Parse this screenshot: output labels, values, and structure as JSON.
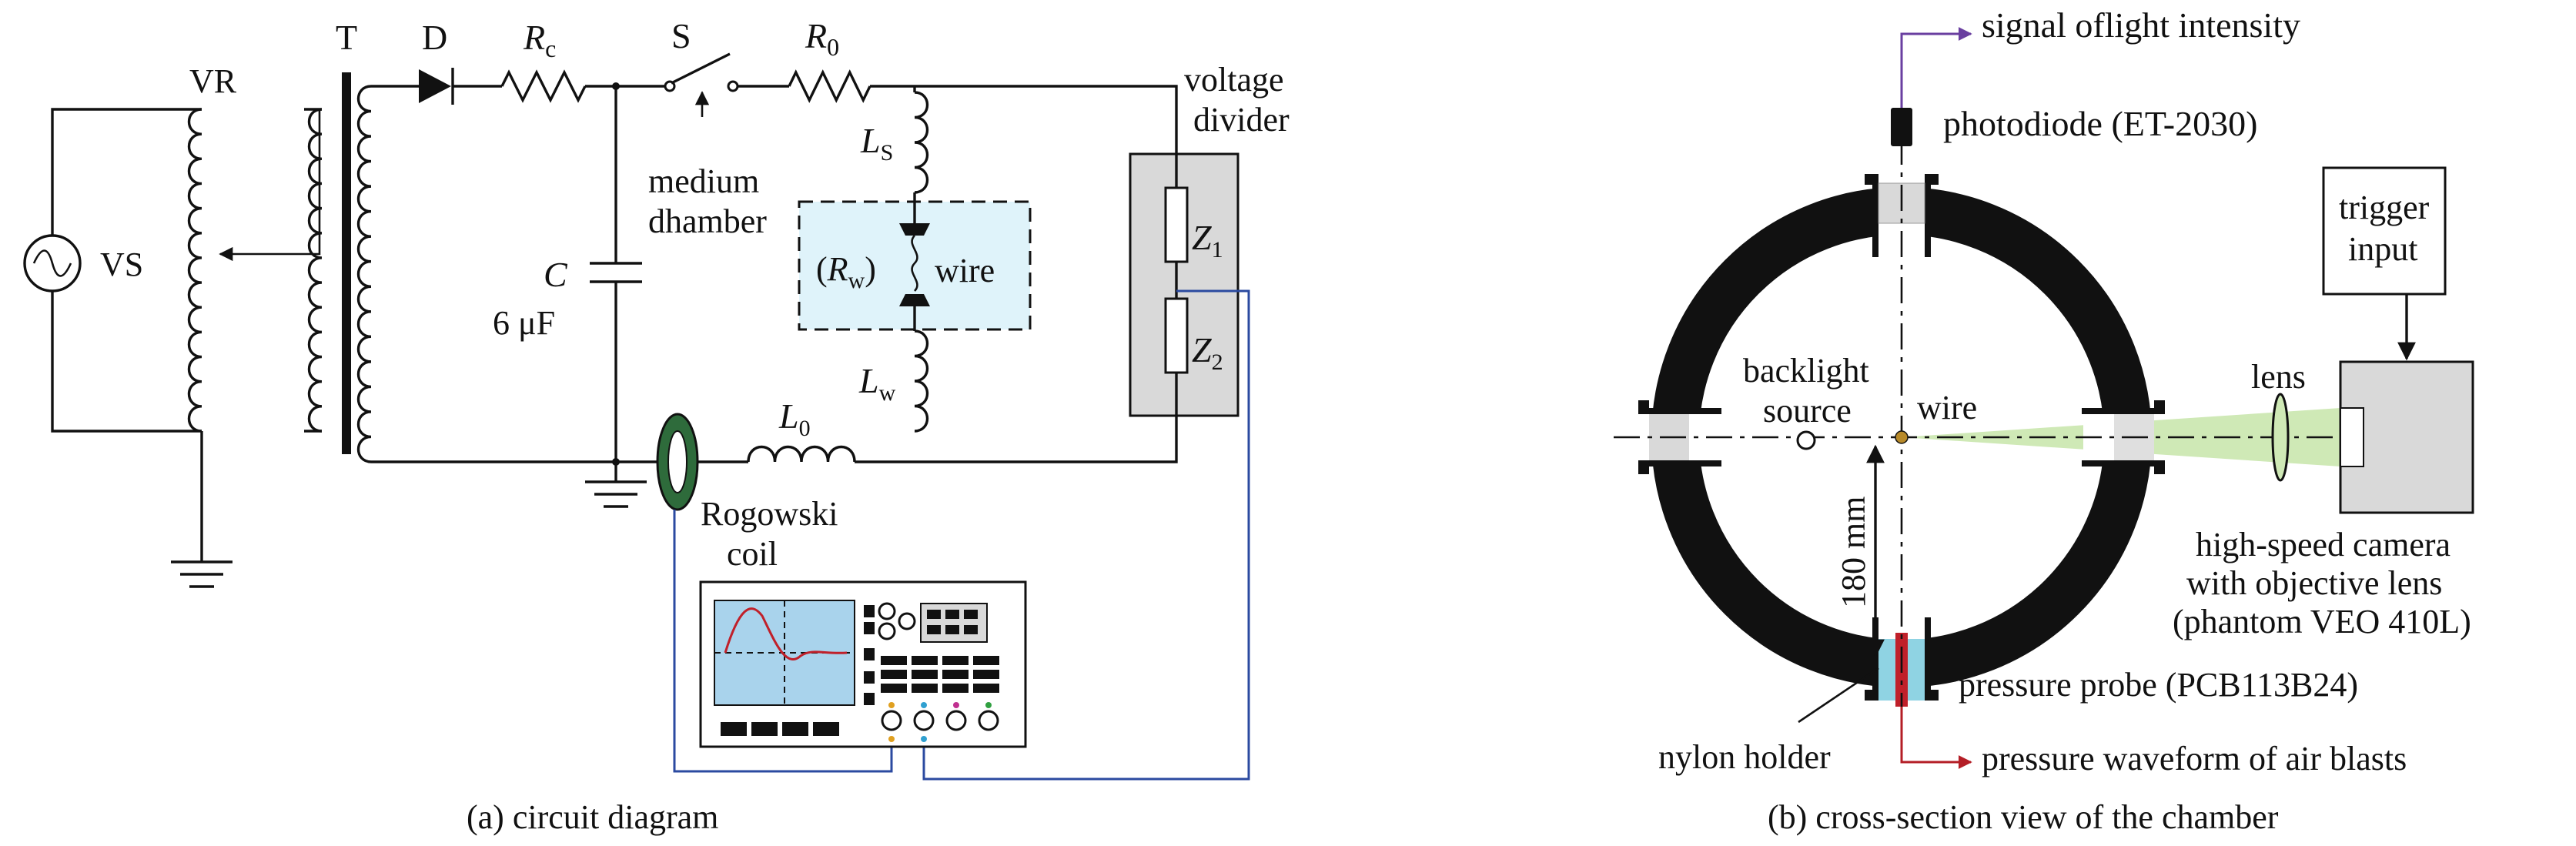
{
  "captions": {
    "a": "(a) circuit diagram",
    "b": "(b) cross-section view of the chamber"
  },
  "circuit": {
    "T": "T",
    "VR": "VR",
    "VS": "VS",
    "D": "D",
    "Rc": {
      "base": "R",
      "sub": "c"
    },
    "S": "S",
    "R0": {
      "base": "R",
      "sub": "0"
    },
    "LS": {
      "base": "L",
      "sub": "S"
    },
    "Lw": {
      "base": "L",
      "sub": "w"
    },
    "L0": {
      "base": "L",
      "sub": "0"
    },
    "Z1": {
      "base": "Z",
      "sub": "1"
    },
    "Z2": {
      "base": "Z",
      "sub": "2"
    },
    "C": "C",
    "C_value": "6 μF",
    "medium_chamber": [
      "medium",
      "dhamber"
    ],
    "Rw": {
      "open": "(",
      "base": "R",
      "sub": "w",
      "close": ")"
    },
    "wire": "wire",
    "voltage_divider": [
      "voltage",
      "divider"
    ],
    "rogowski": [
      "Rogowski",
      "coil"
    ]
  },
  "chamber": {
    "signal": "signal oflight intensity",
    "photodiode": "photodiode (ET-2030)",
    "trigger": [
      "trigger",
      "input"
    ],
    "lens": "lens",
    "backlight": [
      "backlight",
      "source"
    ],
    "wire": "wire",
    "distance": "180 mm",
    "camera": [
      "high-speed camera",
      "with objective lens",
      "(phantom VEO 410L)"
    ],
    "pressure_probe": "pressure probe (PCB113B24)",
    "nylon_holder": "nylon holder",
    "pressure_waveform": "pressure waveform of air blasts"
  },
  "colors": {
    "signal_arrow": "#6a3fa0",
    "pressure_arrow": "#b41e26",
    "coil": "#2e6b3b",
    "wire_box": "#dff3fa",
    "beam": "#cfe9b6",
    "probe": "#8fd3e3",
    "probe_rod": "#c0202a",
    "cable": "#2b4aa0",
    "gray_box": "#d9d9d9",
    "scope_screen": "#a9d3ec"
  }
}
